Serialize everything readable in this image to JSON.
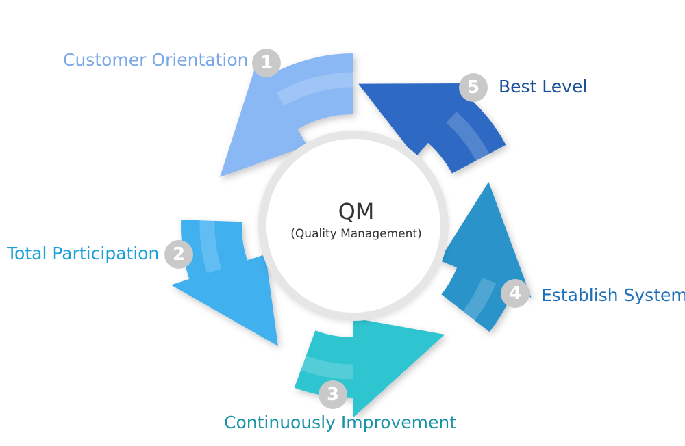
{
  "center": {
    "title": "QM",
    "subtitle": "(Quality Management)"
  },
  "steps": [
    {
      "number": "1",
      "label": "Customer Orientation",
      "color": "#7aa7e6",
      "arrow_color": "#8ab8f5"
    },
    {
      "number": "2",
      "label": "Total Participation",
      "color": "#1a9fd6",
      "arrow_color": "#3fb0ef"
    },
    {
      "number": "3",
      "label": "Continuously Improvement",
      "color": "#1a93a9",
      "arrow_color": "#2fc4d0"
    },
    {
      "number": "4",
      "label": "Establish System",
      "color": "#1b6fb8",
      "arrow_color": "#2b93c9"
    },
    {
      "number": "5",
      "label": "Best Level",
      "color": "#1b4f98",
      "arrow_color": "#2f6bc4"
    }
  ],
  "colors": {
    "ring": "#e6e6e6",
    "badge": "#c9c9c9"
  }
}
